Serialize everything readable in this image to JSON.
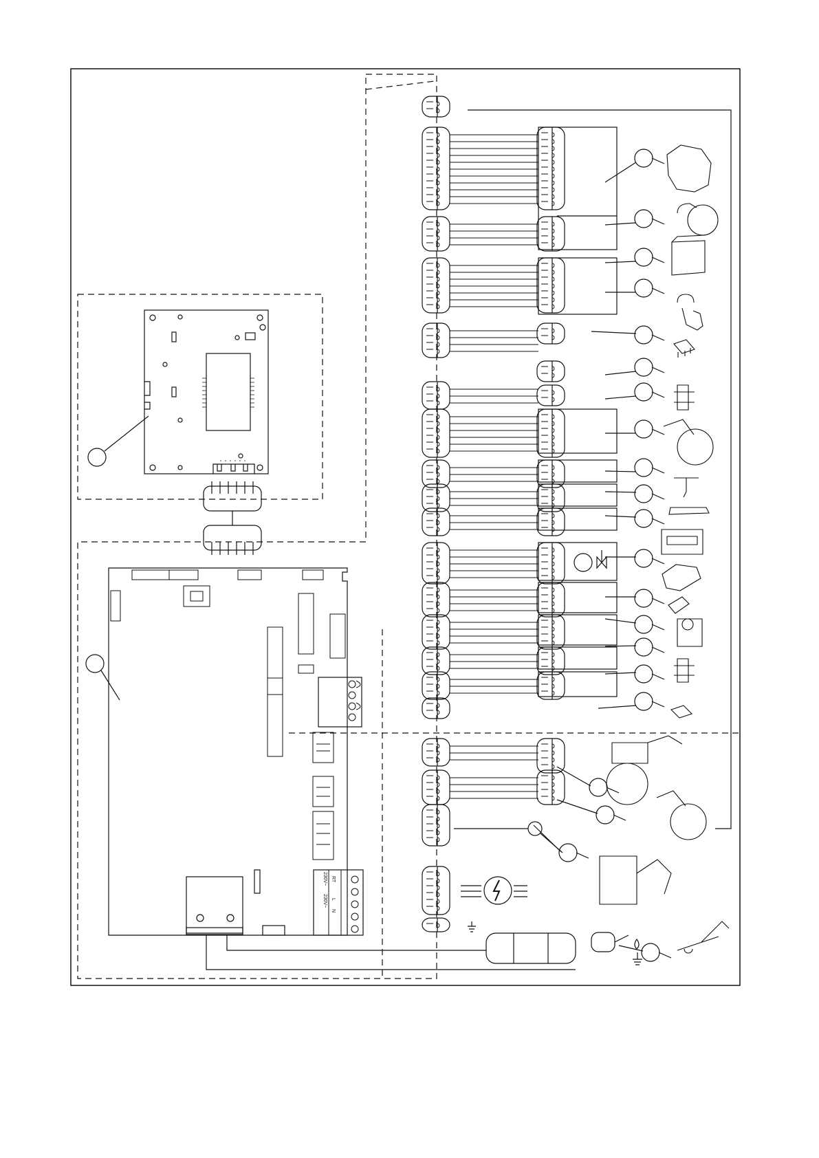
{
  "diagram": {
    "power_label_1": "230V~",
    "power_label_2": "230V~",
    "terminal_RT": "RT",
    "terminal_L": "L",
    "terminal_N": "N"
  },
  "colors": {
    "ink": "#111111",
    "background": "#ffffff"
  },
  "icons": {
    "lightning": "high-voltage-lightning-icon",
    "ground": "ground-symbol-icon",
    "flame": "flame-icon",
    "valve": "three-way-valve-icon"
  }
}
